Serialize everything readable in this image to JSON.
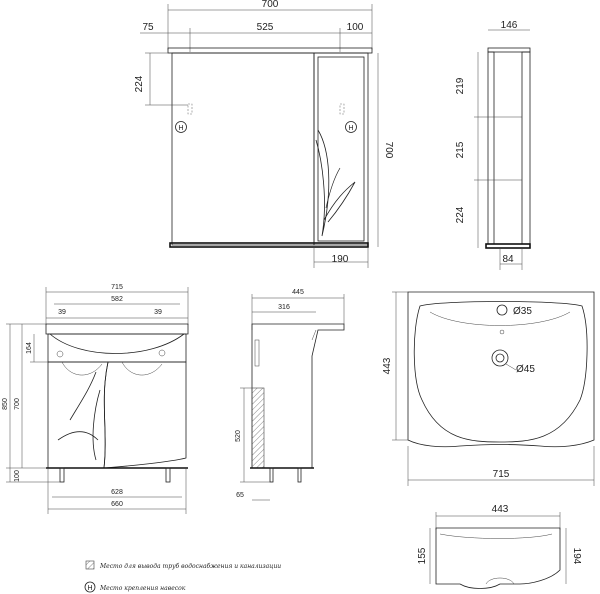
{
  "mirror_front": {
    "overall_width": "700",
    "w_left": "75",
    "w_mid": "525",
    "w_right": "100",
    "h_top": "224",
    "h_total": "700",
    "shelf_width": "190"
  },
  "mirror_side": {
    "depth_top": "146",
    "h1": "219",
    "h2": "215",
    "h3": "224",
    "depth_bottom": "84"
  },
  "cabinet_front": {
    "top_width": "715",
    "inner_width": "582",
    "offset_left": "39",
    "offset_right": "39",
    "h_top": "164",
    "h_body": "700",
    "h_total": "850",
    "h_leg": "100",
    "base_width_1": "628",
    "base_width_2": "660"
  },
  "cabinet_side": {
    "depth_top": "445",
    "depth_body": "316",
    "h_pipe": "520",
    "h_leg": "65"
  },
  "basin_top": {
    "depth": "443",
    "width": "715",
    "hole_small": "Ø35",
    "hole_large": "Ø45"
  },
  "basin_side": {
    "depth": "443",
    "h_front": "155",
    "h_back": "194"
  },
  "legend": {
    "pipes": "Место для вывода труб водоснабжения и канализации",
    "mount": "Место крепления навесок",
    "mount_symbol": "H"
  }
}
